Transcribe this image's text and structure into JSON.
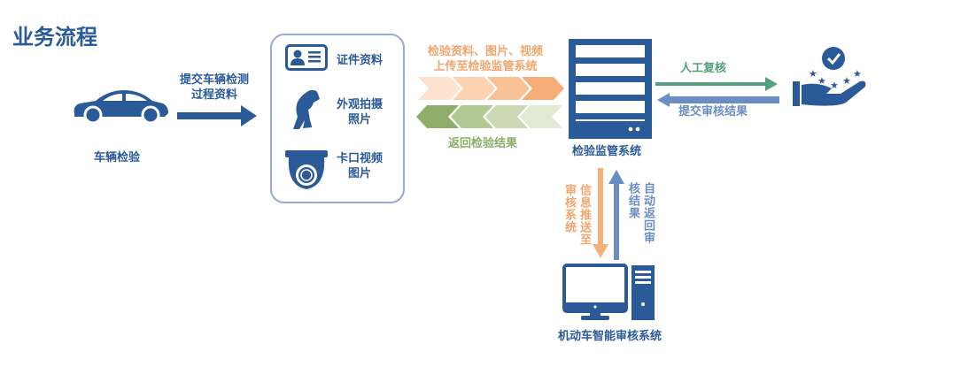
{
  "title": "业务流程",
  "vehicle": {
    "label": "车辆检验",
    "submit_text_1": "提交车辆检测",
    "submit_text_2": "过程资料"
  },
  "materials": {
    "id_docs": "证件资料",
    "photo_1": "外观拍摄",
    "photo_2": "照片",
    "video_1": "卡口视频",
    "video_2": "图片"
  },
  "upload": {
    "line1": "检验资料、图片、视频",
    "line2": "上传至检验监管系统"
  },
  "return_result": "返回检验结果",
  "server": {
    "label": "检验监管系统"
  },
  "review": {
    "manual": "人工复核",
    "submit": "提交审核结果"
  },
  "vertical": {
    "push": "信息推送至审核系统",
    "auto": "自动返回审核结果"
  },
  "computer": {
    "label": "机动车智能审核系统"
  },
  "colors": {
    "blue": "#2b5a98",
    "orange": "#f5b07a",
    "green": "#8aad66",
    "arrow_green": "#52a07e",
    "arrow_blue": "#6a8dc3"
  }
}
